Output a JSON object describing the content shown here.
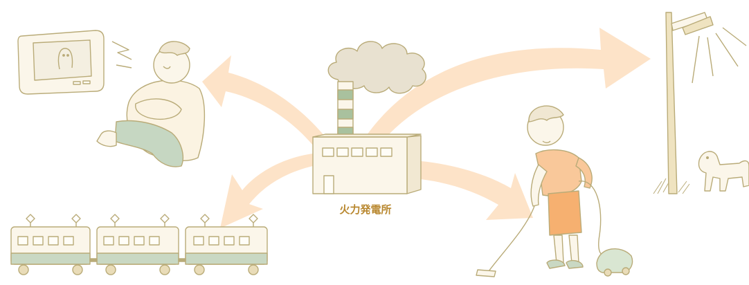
{
  "plant": {
    "label": "火力発電所"
  },
  "colors": {
    "arrow": "#fde3c8",
    "line": "#b9ab78",
    "stripe": "#a9c19e",
    "shirt": "#fbf3e2",
    "pants": "#c6d7c2",
    "apron": "#f6b070",
    "top": "#f9c89a",
    "train_band": "#c9d8c3",
    "label": "#b8872e"
  },
  "scene": [
    "television",
    "person-watching-tv",
    "electric-train",
    "street-lamp",
    "dog",
    "person-vacuuming",
    "thermal-power-plant"
  ]
}
